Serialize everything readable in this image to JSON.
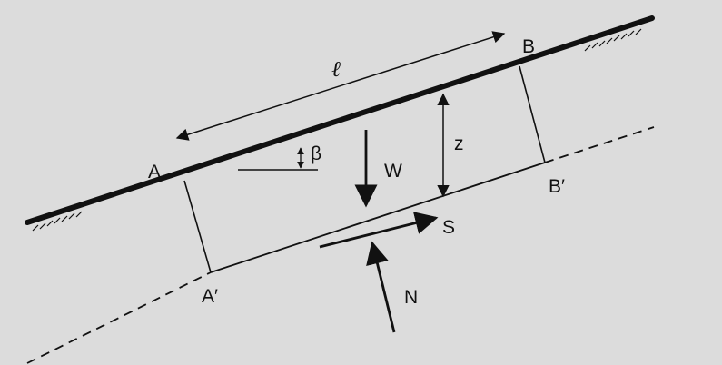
{
  "labels": {
    "A": "A",
    "B": "B",
    "A_prime": "A′",
    "B_prime": "B′",
    "ell": "ℓ",
    "z": "z",
    "beta": "β",
    "W": "W",
    "S": "S",
    "N": "N"
  },
  "colors": {
    "paper": "#dcdcdc",
    "ink": "#111111"
  }
}
